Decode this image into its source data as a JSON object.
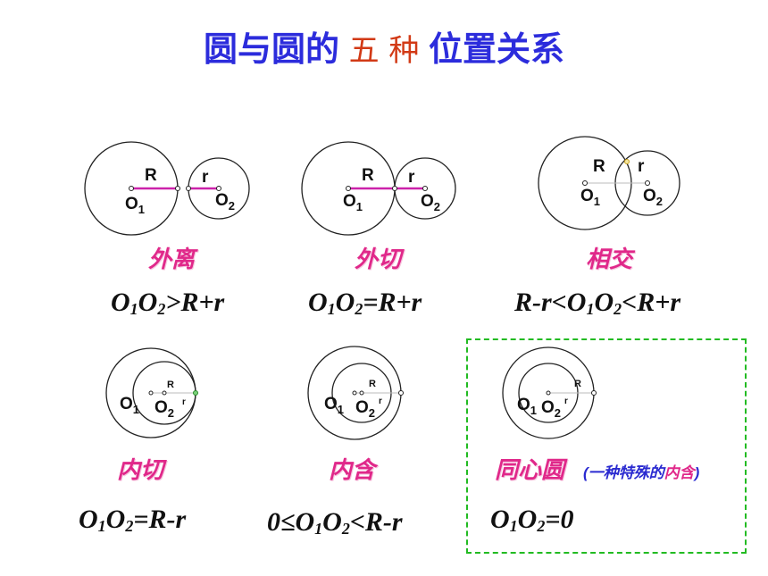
{
  "title": {
    "part1": "圆与圆的",
    "part2": "五 种",
    "part3": "位置关系"
  },
  "labels": {
    "R": "R",
    "r": "r",
    "O": "O",
    "one": "1",
    "two": "2"
  },
  "cases": [
    {
      "name": "外离",
      "f": [
        "O",
        "1",
        "O",
        "2",
        ">R+r"
      ]
    },
    {
      "name": "外切",
      "f": [
        "O",
        "1",
        "O",
        "2",
        "=R+r"
      ]
    },
    {
      "name": "相交",
      "pre": "R-r<",
      "f": [
        "O",
        "1",
        "O",
        "2",
        "<R+r"
      ]
    },
    {
      "name": "内切",
      "f": [
        "O",
        "1",
        "O",
        "2",
        "=R-r"
      ]
    },
    {
      "name": "内含",
      "pre": "0≤",
      "f": [
        "O",
        "1",
        "O",
        "2",
        "<R-r"
      ]
    },
    {
      "name": "同心圆",
      "f": [
        "O",
        "1",
        "O",
        "2",
        "=0"
      ]
    }
  ],
  "note": {
    "open": "(",
    "text": "一种特殊的",
    "pink": "内含",
    "close": ")"
  }
}
